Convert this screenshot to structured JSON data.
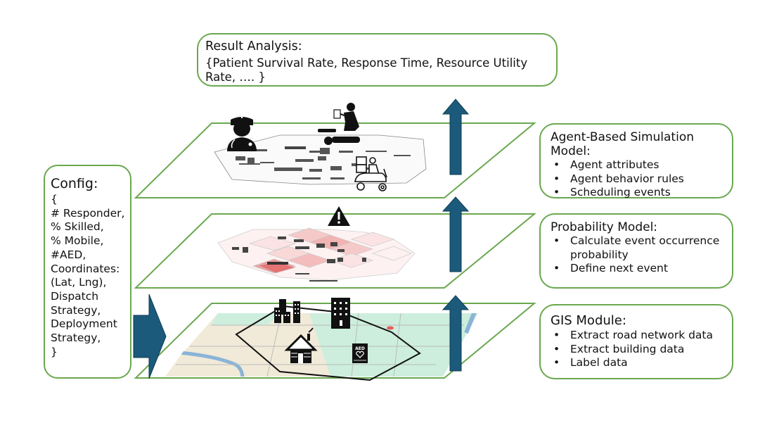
{
  "result_analysis": {
    "title": "Result Analysis:",
    "metrics_text": "{Patient Survival Rate, Response Time, Resource Utility Rate, …. }"
  },
  "config": {
    "title": "Config:",
    "lines": [
      "{",
      "# Responder,",
      "% Skilled,",
      "% Mobile,",
      "#AED,",
      "Coordinates:",
      "(Lat, Lng),",
      "Dispatch",
      "Strategy,",
      "Deployment",
      "Strategy,",
      "}"
    ]
  },
  "modules": {
    "agent_based": {
      "title": "Agent-Based Simulation Model:",
      "bullets": [
        "Agent attributes",
        "Agent behavior rules",
        "Scheduling events"
      ]
    },
    "probability": {
      "title": "Probability Model:",
      "bullets": [
        "Calculate event occurrence",
        "probability",
        "Define next event"
      ]
    },
    "gis": {
      "title": "GIS Module:",
      "bullets": [
        "Extract road network data",
        "Extract building data",
        "Label data"
      ]
    }
  },
  "layers": [
    {
      "name": "agent-based-simulation-layer",
      "icons": [
        "doctor-icon",
        "cpr-aed-responder-icon",
        "delivery-scooter-icon"
      ]
    },
    {
      "name": "probability-heatmap-layer",
      "icons": [
        "warning-triangle-icon"
      ]
    },
    {
      "name": "gis-map-layer",
      "icons": [
        "city-buildings-icon",
        "office-building-icon",
        "house-icon",
        "aed-icon"
      ],
      "aed_label": "AED"
    }
  ],
  "colors": {
    "frame_green": "#6aa84f",
    "arrow_blue": "#1b5a7a",
    "heat_light": "#fbe3e3",
    "heat_mid": "#f4b6b6",
    "heat_dark": "#e57373",
    "map_green": "#cdeedd",
    "map_beige": "#f1ead8",
    "map_water": "#8ab4d8"
  }
}
